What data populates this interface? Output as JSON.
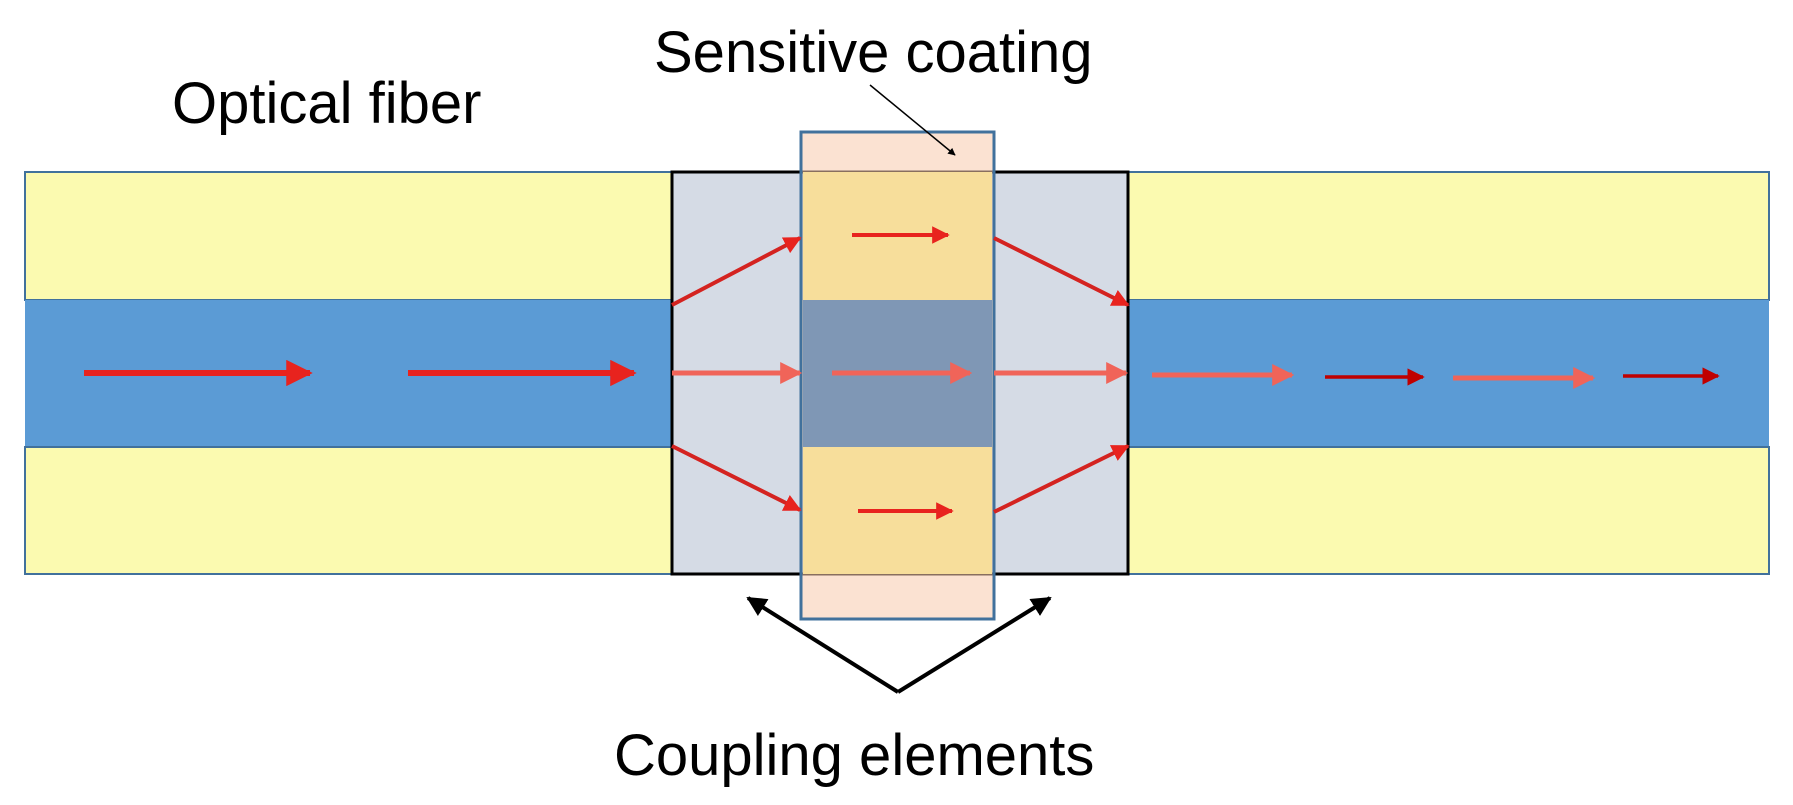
{
  "labels": {
    "optical_fiber": "Optical fiber",
    "sensitive_coating": "Sensitive coating",
    "coupling_elements": "Coupling elements"
  },
  "colors": {
    "cladding": "#FBFAB0",
    "core": "#5B9BD5",
    "coupling_region": "#D5DBE5",
    "coupling_core": "#7F97B5",
    "coating_overlay": "#F8CBAD",
    "coating_on_cladding": "#F7DE9B",
    "outline": "#41719C",
    "coupler_border": "#000000",
    "arrow_red": "#E8231E",
    "arrow_light_red": "#F06459",
    "arrow_dark_red": "#C00000",
    "pointer_arrow": "#000000"
  }
}
